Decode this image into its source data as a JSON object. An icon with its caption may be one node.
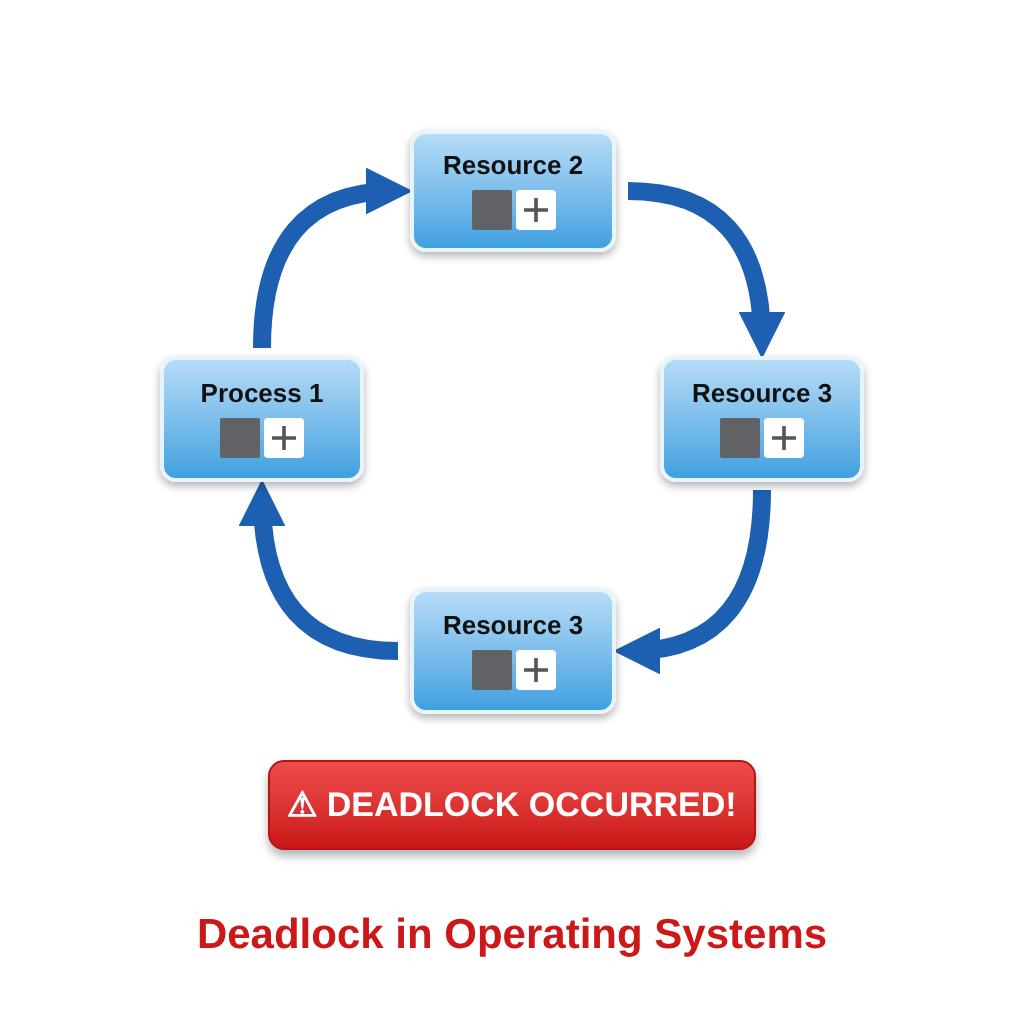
{
  "diagram": {
    "caption": "Deadlock in Operating Systems",
    "nodes": [
      {
        "text": [
          "Resource 2"
        ]
      },
      {
        "text": [
          "Process 1"
        ]
      },
      {
        "text": [
          "Resource 3"
        ]
      },
      {
        "text": [
          "Resource 3"
        ]
      },
      {
        "text": [
          "⚠ DEADLOCK OCCURRED!"
        ]
      }
    ],
    "edges": [
      {
        "from": 1,
        "to": 0,
        "arrow": "to"
      },
      {
        "from": 0,
        "to": 2,
        "arrow": "to"
      },
      {
        "from": 2,
        "to": 3,
        "arrow": "to"
      },
      {
        "from": 3,
        "to": 1,
        "arrow": "to"
      }
    ]
  }
}
